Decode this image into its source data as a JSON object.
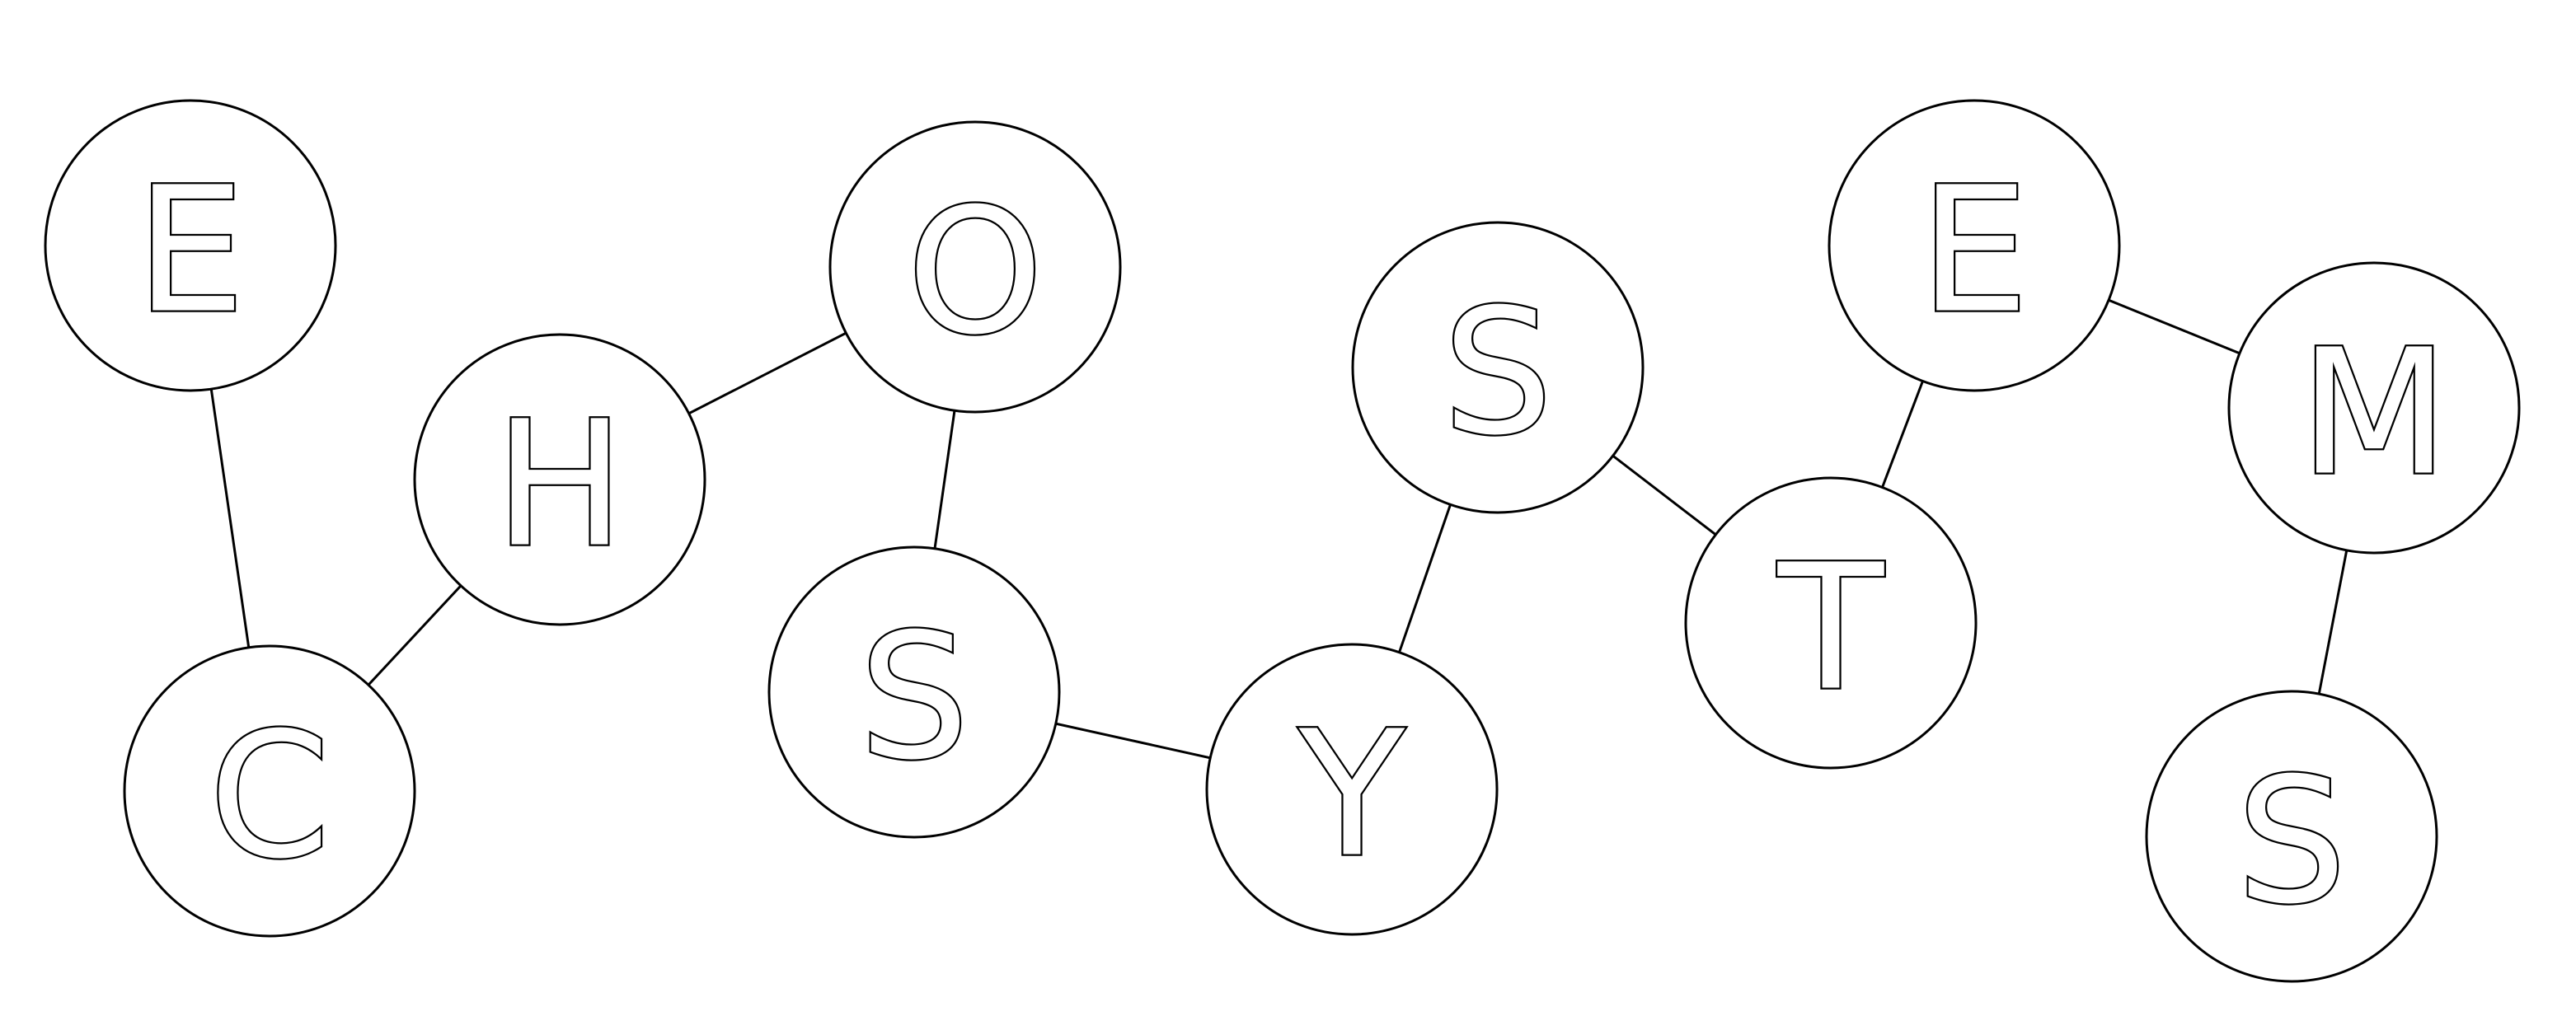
{
  "diagram": {
    "nodes": [
      {
        "id": "e1",
        "letter": "E"
      },
      {
        "id": "c",
        "letter": "C"
      },
      {
        "id": "h",
        "letter": "H"
      },
      {
        "id": "o",
        "letter": "O"
      },
      {
        "id": "s1",
        "letter": "S"
      },
      {
        "id": "y",
        "letter": "Y"
      },
      {
        "id": "s2",
        "letter": "S"
      },
      {
        "id": "t",
        "letter": "T"
      },
      {
        "id": "e2",
        "letter": "E"
      },
      {
        "id": "m",
        "letter": "M"
      },
      {
        "id": "s3",
        "letter": "S"
      }
    ],
    "edges": [
      {
        "from": "e1",
        "to": "c"
      },
      {
        "from": "c",
        "to": "h"
      },
      {
        "from": "h",
        "to": "o"
      },
      {
        "from": "o",
        "to": "s1"
      },
      {
        "from": "s1",
        "to": "y"
      },
      {
        "from": "y",
        "to": "s2"
      },
      {
        "from": "s2",
        "to": "t"
      },
      {
        "from": "t",
        "to": "e2"
      },
      {
        "from": "e2",
        "to": "m"
      },
      {
        "from": "m",
        "to": "s3"
      }
    ],
    "colors": {
      "stroke": "#000000",
      "fill": "#ffffff",
      "background": "#ffffff"
    }
  }
}
